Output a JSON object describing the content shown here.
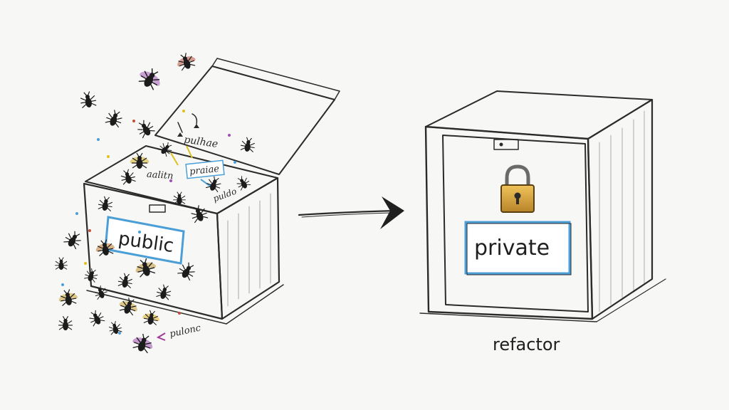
{
  "left_box": {
    "label": "public",
    "scribbles": [
      "pulhae",
      "praiae",
      "aalitn",
      "puldo"
    ],
    "spill_label": "pulonc"
  },
  "right_box": {
    "label": "private"
  },
  "caption": "refactor",
  "colors": {
    "label_border": "#4b9fd6",
    "lock_gold": "#d9a63a",
    "ink": "#2b2b2b",
    "paper": "#f7f7f5"
  }
}
